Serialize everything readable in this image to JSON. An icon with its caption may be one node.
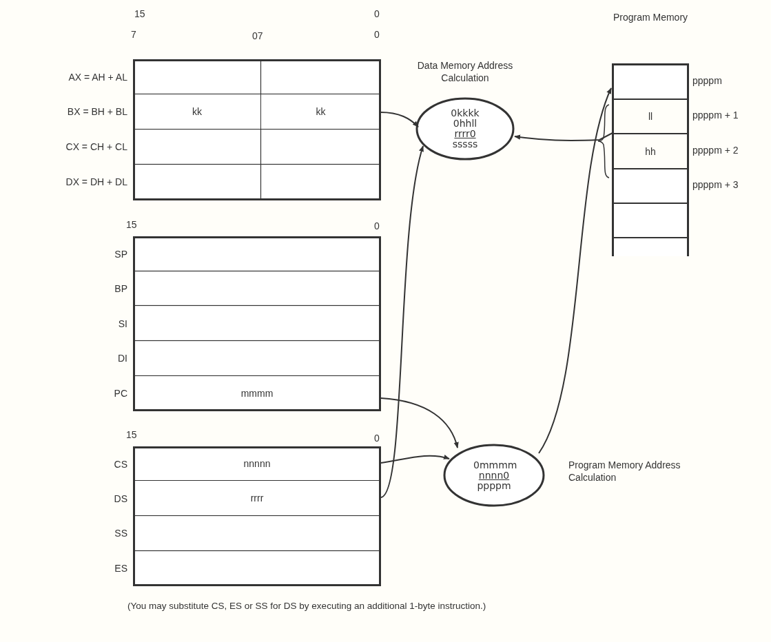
{
  "diagram": {
    "caption": "(You may substitute CS, ES or SS for DS by executing an additional 1-byte instruction.)",
    "nodes": [
      {
        "text": [],
        "shape": "box"
      },
      {
        "text": [],
        "shape": "box",
        "in": 0
      },
      {
        "text": [],
        "shape": "box",
        "in": 0
      },
      {
        "text": [
          "kk"
        ],
        "in": 0
      },
      {
        "text": [
          "kk"
        ],
        "in": 0
      },
      {
        "text": [],
        "shape": "box",
        "in": 0
      },
      {
        "text": [],
        "shape": "box",
        "in": 0
      },
      {
        "text": [],
        "shape": "box",
        "in": 0
      },
      {
        "text": [],
        "shape": "box",
        "in": 0
      },
      {
        "text": [],
        "shape": "box"
      },
      {
        "text": [],
        "shape": "box",
        "in": 9
      },
      {
        "text": [],
        "shape": "box",
        "in": 9
      },
      {
        "text": [],
        "shape": "box",
        "in": 9
      },
      {
        "text": [],
        "shape": "box",
        "in": 9
      },
      {
        "text": [
          "mmmm"
        ],
        "in": 9
      },
      {
        "text": [],
        "shape": "box"
      },
      {
        "text": [
          "nnnnn"
        ],
        "in": 15
      },
      {
        "text": [
          "rrrr"
        ],
        "in": 15
      },
      {
        "text": [],
        "shape": "box",
        "in": 15
      },
      {
        "text": [],
        "shape": "box",
        "in": 15
      },
      {
        "text": [
          "Data Memory Address Calculation",
          "0kkkk",
          "0hhll",
          "rrrr0",
          "sssss"
        ]
      },
      {
        "text": [
          "Program Memory"
        ]
      },
      {
        "text": [],
        "shape": "box",
        "in": 21,
        "beside": [
          "ppppm"
        ]
      },
      {
        "text": [
          "ll"
        ],
        "in": 21,
        "beside": [
          "ppppm + 1"
        ]
      },
      {
        "text": [
          "hh"
        ],
        "in": 21,
        "beside": [
          "ppppm + 2"
        ]
      },
      {
        "text": [],
        "shape": "box",
        "in": 21,
        "beside": [
          "ppppm + 3"
        ]
      },
      {
        "text": [],
        "shape": "box",
        "in": 21
      },
      {
        "text": [],
        "shape": "box",
        "in": 21
      },
      {
        "text": [
          "Program Memory Address Calculation",
          "0mmmm",
          "nnnn0",
          "ppppm"
        ]
      }
    ],
    "edges": [
      {
        "from": 4,
        "to": 20,
        "arrow": "to"
      },
      {
        "from": 17,
        "to": 20,
        "arrow": "to"
      },
      {
        "from": 23,
        "to": 20,
        "arrow": "to"
      },
      {
        "from": 24,
        "to": 20,
        "arrow": "to"
      },
      {
        "from": 14,
        "to": 28,
        "arrow": "to"
      },
      {
        "from": 16,
        "to": 28,
        "arrow": "to"
      },
      {
        "from": 28,
        "to": 22,
        "arrow": "to"
      }
    ],
    "labels": [
      "15",
      "0",
      "7",
      "07",
      "0",
      "AX = AH + AL",
      "BX = BH + BL",
      "CX = CH + CL",
      "DX = DH + DL",
      "15",
      "0",
      "SP",
      "BP",
      "SI",
      "DI",
      "PC",
      "15",
      "0",
      "CS",
      "DS",
      "SS",
      "ES"
    ]
  }
}
